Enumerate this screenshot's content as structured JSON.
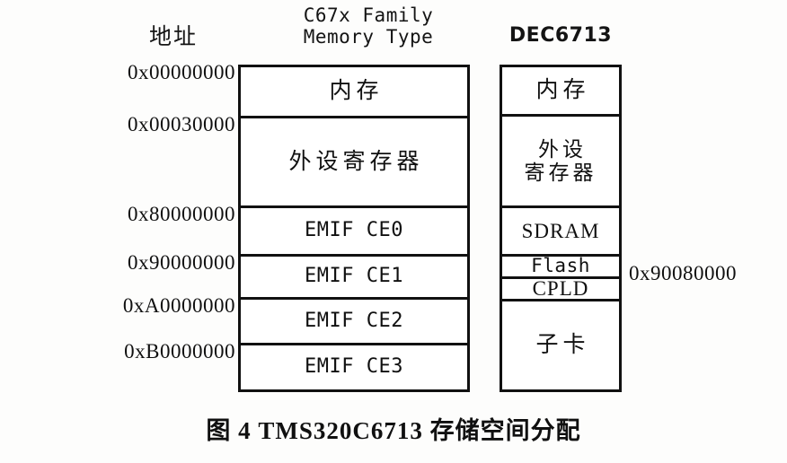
{
  "figure": {
    "caption": "图 4  TMS320C6713 存储空间分配"
  },
  "headers": {
    "address": "地址",
    "family_memory_type": "C67x Family\nMemory Type",
    "board": "DEC6713"
  },
  "address_ruler": [
    {
      "label": "0x00000000"
    },
    {
      "label": "0x00030000"
    },
    {
      "label": "0x80000000"
    },
    {
      "label": "0x90000000"
    },
    {
      "label": "0xA0000000"
    },
    {
      "label": "0xB0000000"
    }
  ],
  "callout_address": "0x90080000",
  "c67x_map": [
    {
      "label": "内存"
    },
    {
      "label": "外设寄存器"
    },
    {
      "label": "EMIF CE0"
    },
    {
      "label": "EMIF CE1"
    },
    {
      "label": "EMIF CE2"
    },
    {
      "label": "EMIF CE3"
    }
  ],
  "dec6713_map": [
    {
      "label": "内存"
    },
    {
      "label": "外设\n寄存器"
    },
    {
      "label": "SDRAM"
    },
    {
      "label": "Flash"
    },
    {
      "label": "CPLD"
    },
    {
      "label": "子卡"
    }
  ],
  "colors": {
    "ink": "#111111",
    "paper": "#fdfdfc"
  }
}
